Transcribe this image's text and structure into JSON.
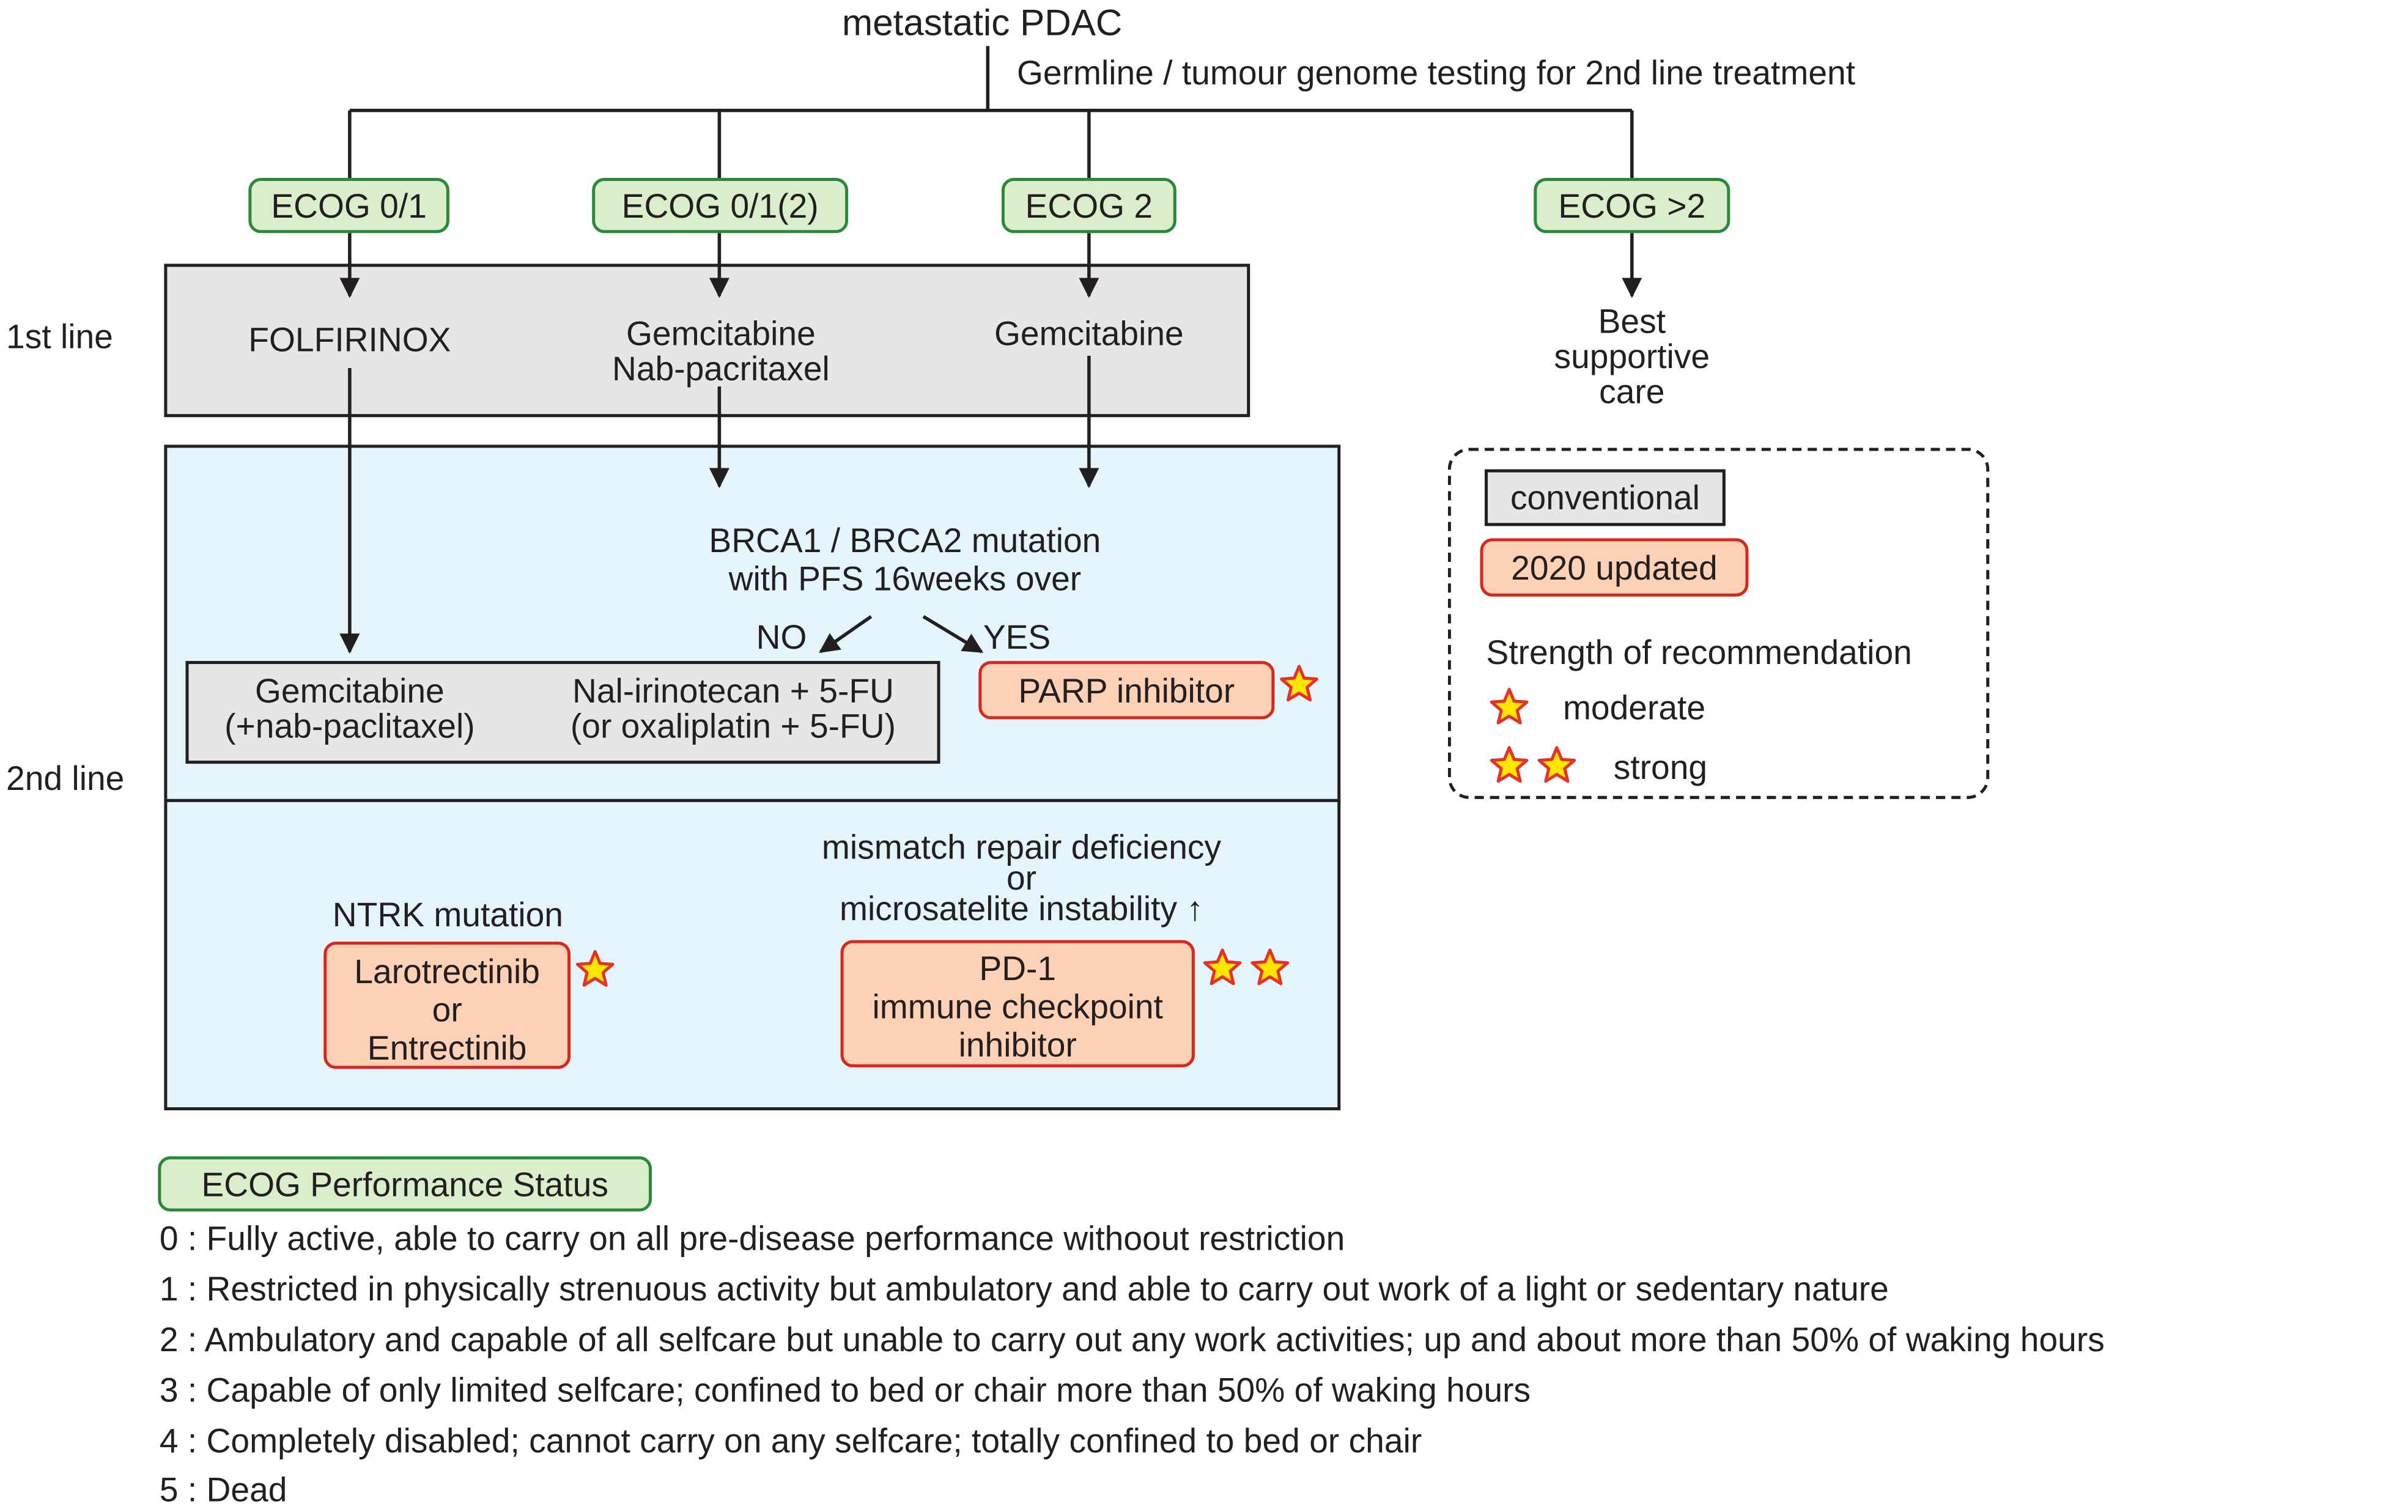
{
  "title": "metastatic PDAC",
  "testing_note": "Germline / tumour genome testing for 2nd line treatment",
  "ecog_groups": [
    "ECOG 0/1",
    "ECOG 0/1(2)",
    "ECOG 2",
    "ECOG >2"
  ],
  "row_labels": {
    "first": "1st line",
    "second": "2nd line"
  },
  "first_line": {
    "folfirinox": "FOLFIRINOX",
    "gem_nab_1": "Gemcitabine",
    "gem_nab_2": "Nab-pacritaxel",
    "gem": "Gemcitabine"
  },
  "best_supportive": [
    "Best",
    "supportive",
    "care"
  ],
  "brca": {
    "line1": "BRCA1 / BRCA2 mutation",
    "line2": "with PFS 16weeks over",
    "no": "NO",
    "yes": "YES"
  },
  "second_line_conventional": {
    "left_1": "Gemcitabine",
    "left_2": "(+nab-paclitaxel)",
    "right_1": "Nal-irinotecan + 5-FU",
    "right_2": "(or oxaliplatin + 5-FU)"
  },
  "parp": "PARP inhibitor",
  "ntrk": {
    "label": "NTRK mutation",
    "drug_1": "Larotrectinib",
    "drug_2": "or",
    "drug_3": "Entrectinib"
  },
  "mmr": {
    "line1": "mismatch repair deficiency",
    "line2": "or",
    "line3": "microsatelite instability ↑"
  },
  "pd1": {
    "line1": "PD-1",
    "line2": "immune checkpoint",
    "line3": "inhibitor"
  },
  "legend": {
    "conventional": "conventional",
    "updated": "2020 updated",
    "strength_title": "Strength of recommendation",
    "moderate": "moderate",
    "strong": "strong"
  },
  "ecog_status": {
    "title": "ECOG Performance Status",
    "items": [
      "0 : Fully active, able to carry on all pre-disease performance withoout restriction",
      "1 : Restricted in physically strenuous activity but ambulatory and able to carry out work of a light or sedentary nature",
      "2 : Ambulatory and capable of all selfcare but unable to carry out any work activities; up and about more than 50% of waking hours",
      "3 : Capable of only limited selfcare; confined to bed or chair more than 50% of waking hours",
      "4 : Completely disabled; cannot carry on any selfcare; totally confined to bed or chair",
      "5 : Dead"
    ]
  },
  "colors": {
    "ecog_fill": "#dbeecb",
    "ecog_border": "#2a8a3a",
    "updated_fill": "#fcd1b5",
    "updated_border": "#d7281d",
    "conventional_fill": "#e6e6e6",
    "second_line_fill": "#e3f4fa",
    "star_fill": "#ffe500",
    "star_stroke": "#e4322b"
  }
}
